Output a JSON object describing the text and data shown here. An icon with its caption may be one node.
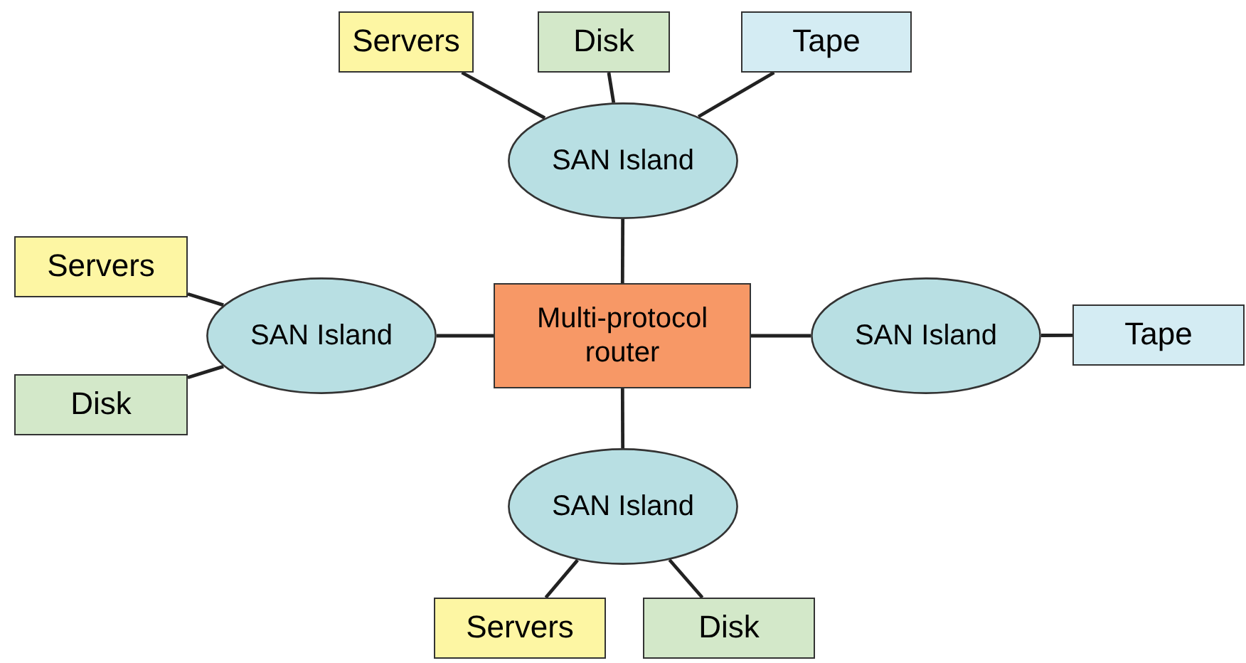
{
  "diagram": {
    "nodes": [
      {
        "text": [
          "Servers"
        ]
      },
      {
        "text": [
          "Disk"
        ]
      },
      {
        "text": [
          "Tape"
        ]
      },
      {
        "text": [
          "SAN Island"
        ]
      },
      {
        "text": [
          "Servers"
        ]
      },
      {
        "text": [
          "SAN Island"
        ]
      },
      {
        "text": [
          "Multi-protocol router"
        ]
      },
      {
        "text": [
          "SAN Island"
        ]
      },
      {
        "text": [
          "Tape"
        ]
      },
      {
        "text": [
          "Disk"
        ]
      },
      {
        "text": [
          "SAN Island"
        ]
      },
      {
        "text": [
          "Servers"
        ]
      },
      {
        "text": [
          "Disk"
        ]
      }
    ],
    "edges": [
      {
        "from": 0,
        "to": 3,
        "arrow": "none"
      },
      {
        "from": 1,
        "to": 3,
        "arrow": "none"
      },
      {
        "from": 2,
        "to": 3,
        "arrow": "none"
      },
      {
        "from": 3,
        "to": 6,
        "arrow": "none"
      },
      {
        "from": 4,
        "to": 5,
        "arrow": "none"
      },
      {
        "from": 9,
        "to": 5,
        "arrow": "none"
      },
      {
        "from": 5,
        "to": 6,
        "arrow": "none"
      },
      {
        "from": 6,
        "to": 7,
        "arrow": "none"
      },
      {
        "from": 7,
        "to": 8,
        "arrow": "none"
      },
      {
        "from": 6,
        "to": 10,
        "arrow": "none"
      },
      {
        "from": 10,
        "to": 11,
        "arrow": "none"
      },
      {
        "from": 10,
        "to": 12,
        "arrow": "none"
      }
    ]
  }
}
